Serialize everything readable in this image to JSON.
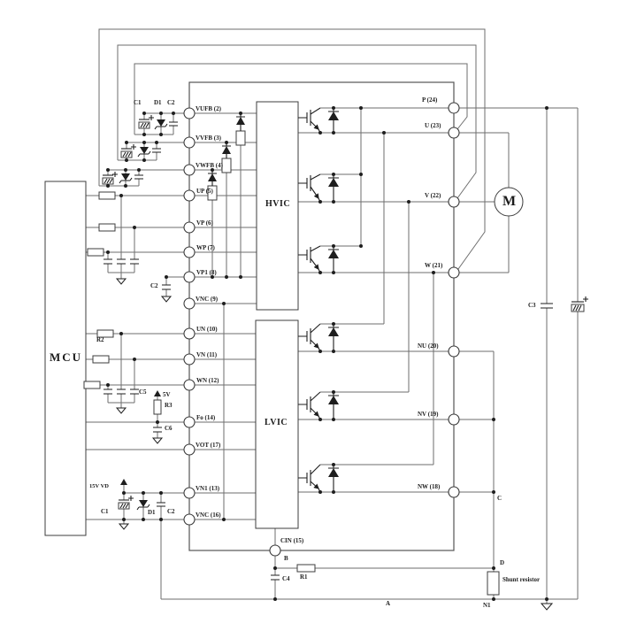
{
  "blocks": {
    "mcu": "MCU",
    "hvic": "HVIC",
    "lvic": "LVIC",
    "motor": "M"
  },
  "pins_left": {
    "p2": "VUFB (2)",
    "p3": "VVFB (3)",
    "p4": "VWFB (4)",
    "p5": "UP (5)",
    "p6": "VP (6)",
    "p7": "WP (7)",
    "p8": "VP1 (8)",
    "p9": "VNC (9)",
    "p10": "UN (10)",
    "p11": "VN (11)",
    "p12": "WN (12)",
    "p14": "Fo (14)",
    "p17": "VOT (17)",
    "p13": "VN1 (13)",
    "p16": "VNC (16)",
    "p15": "CIN (15)"
  },
  "pins_right": {
    "p24": "P (24)",
    "p23": "U (23)",
    "p22": "V (22)",
    "p21": "W (21)",
    "p20": "NU (20)",
    "p19": "NV (19)",
    "p18": "NW (18)"
  },
  "components": {
    "c1_top": "C1",
    "d1_top": "D1",
    "c2_top": "C2",
    "r2": "R2",
    "c5": "C5",
    "v5": "5V",
    "r3": "R3",
    "c6": "C6",
    "v15": "15V VD",
    "c1_bot": "C1",
    "d1_bot": "D1",
    "c2_bot": "C2",
    "c2_vp1": "C2",
    "c3": "C3",
    "c4": "C4",
    "r1": "R1",
    "shunt": "Shunt resistor"
  },
  "nodes": {
    "a": "A",
    "b": "B",
    "c": "C",
    "d": "D",
    "n1": "N1"
  },
  "colors": {
    "wire": "#6e6e6e",
    "ink": "#1e1e1e",
    "background": "#ffffff"
  }
}
